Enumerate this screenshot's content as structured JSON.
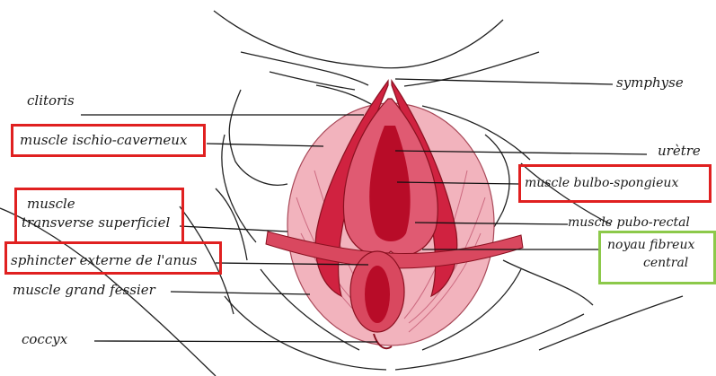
{
  "labels": {
    "clitoris": "clitoris",
    "ischio": "muscle ischio-caverneux",
    "transverse_1": "muscle",
    "transverse_2": "transverse superficiel",
    "sphincter": "sphincter externe de l'anus",
    "gluteus": "muscle grand fessier",
    "coccyx": "coccyx",
    "symphyse": "symphyse",
    "uretre": "urètre",
    "bulbo": "muscle bulbo-spongieux",
    "pubo": "muscle pubo-rectal",
    "noyau_1": "noyau fibreux",
    "noyau_2": "central"
  },
  "colors": {
    "highlight_red": "#e02020",
    "highlight_green": "#8cc94a",
    "muscle_dark": "#c8102e",
    "muscle_mid": "#e05a72",
    "muscle_light": "#f2b3bd"
  }
}
